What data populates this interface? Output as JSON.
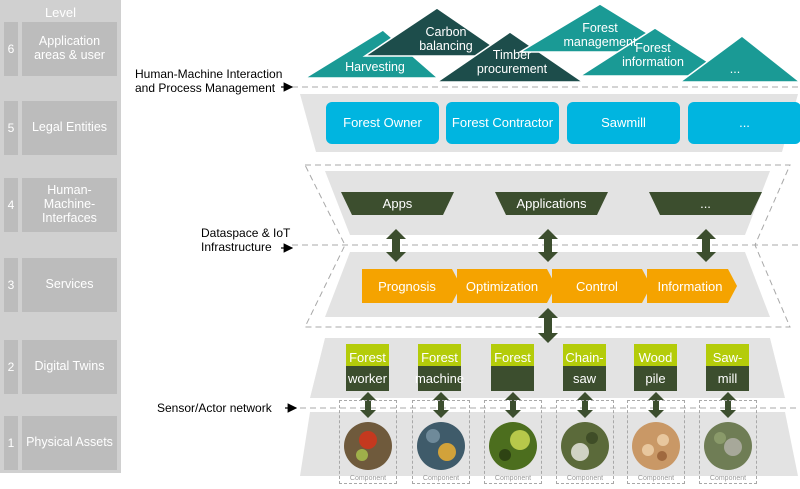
{
  "levels": {
    "header": "Level",
    "items": [
      {
        "num": "6",
        "name": "Application areas & user"
      },
      {
        "num": "5",
        "name": "Legal Entities"
      },
      {
        "num": "4",
        "name": "Human-Machine-Interfaces"
      },
      {
        "num": "3",
        "name": "Services"
      },
      {
        "num": "2",
        "name": "Digital Twins"
      },
      {
        "num": "1",
        "name": "Physical Assets"
      }
    ]
  },
  "side_labels": {
    "hmi_line1": "Human-Machine Interaction",
    "hmi_line2": "and Process Management",
    "dataspace_line1": "Dataspace & IoT",
    "dataspace_line2": "Infrastructure",
    "sensor": "Sensor/Actor network"
  },
  "application_areas": [
    {
      "label": "Harvesting",
      "color": "#1a9a95"
    },
    {
      "label": "Carbon balancing",
      "color": "#1d4d4b"
    },
    {
      "label": "Timber procurement",
      "color": "#1d4d4b"
    },
    {
      "label": "Forest management",
      "color": "#1a9a95"
    },
    {
      "label": "Forest information",
      "color": "#1a9a95"
    },
    {
      "label": "...",
      "color": "#1a9a95"
    }
  ],
  "legal_entities": [
    "Forest Owner",
    "Forest Contractor",
    "Sawmill",
    "..."
  ],
  "interfaces": [
    "Apps",
    "Applications",
    "..."
  ],
  "services": [
    "Prognosis",
    "Optimization",
    "Control",
    "Information"
  ],
  "digital_twins": [
    {
      "top": "Forest",
      "bottom": "worker"
    },
    {
      "top": "Forest",
      "bottom": "machine"
    },
    {
      "top": "Forest",
      "bottom": ""
    },
    {
      "top": "Chain-",
      "bottom": "saw"
    },
    {
      "top": "Wood",
      "bottom": "pile"
    },
    {
      "top": "Saw-",
      "bottom": "mill"
    }
  ],
  "component_label": "Component",
  "colors": {
    "teal": "#1a9a95",
    "dark_teal": "#1d4d4b",
    "blue": "#00b5e0",
    "dark_green": "#3c4e2e",
    "lime": "#b4cc0a",
    "orange": "#f5a300",
    "band_gray": "#e3e3e3"
  }
}
